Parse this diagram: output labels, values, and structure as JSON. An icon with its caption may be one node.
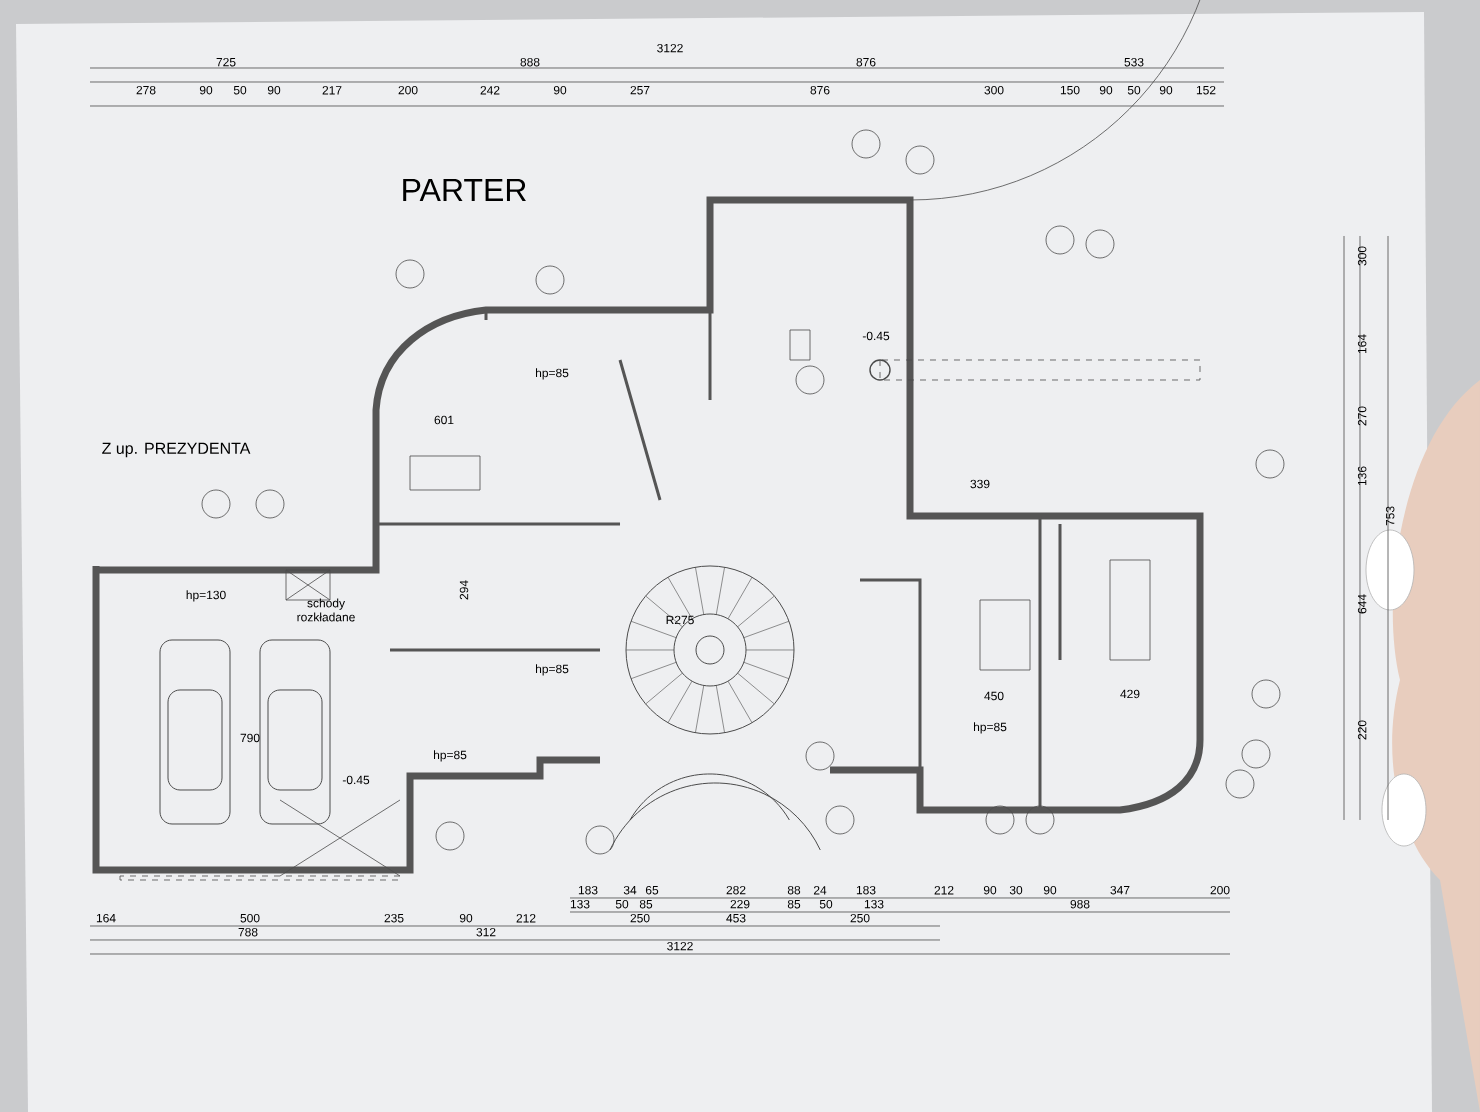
{
  "diagram": {
    "title": "PARTER",
    "labels": [
      "3122",
      "725",
      "888",
      "876",
      "533",
      "278",
      "90",
      "50",
      "90",
      "217",
      "200",
      "242",
      "90",
      "257",
      "876",
      "300",
      "150",
      "90",
      "50",
      "90",
      "152",
      "300",
      "164",
      "270",
      "136",
      "753",
      "644",
      "220",
      "Z up. PREZYDENTA",
      "hp=85",
      "-0.45",
      "601",
      "339",
      "hp=130",
      "schody rozkładane",
      "294",
      "R275",
      "hp=85",
      "429",
      "790",
      "450",
      "hp=85",
      "-0.45",
      "hp=85",
      "183",
      "34",
      "65",
      "282",
      "88",
      "24",
      "183",
      "212",
      "90",
      "30",
      "90",
      "347",
      "200",
      "133",
      "50",
      "85",
      "229",
      "85",
      "50",
      "133",
      "988",
      "164",
      "500",
      "235",
      "90",
      "212",
      "250",
      "453",
      "250",
      "788",
      "312",
      "3122"
    ]
  }
}
